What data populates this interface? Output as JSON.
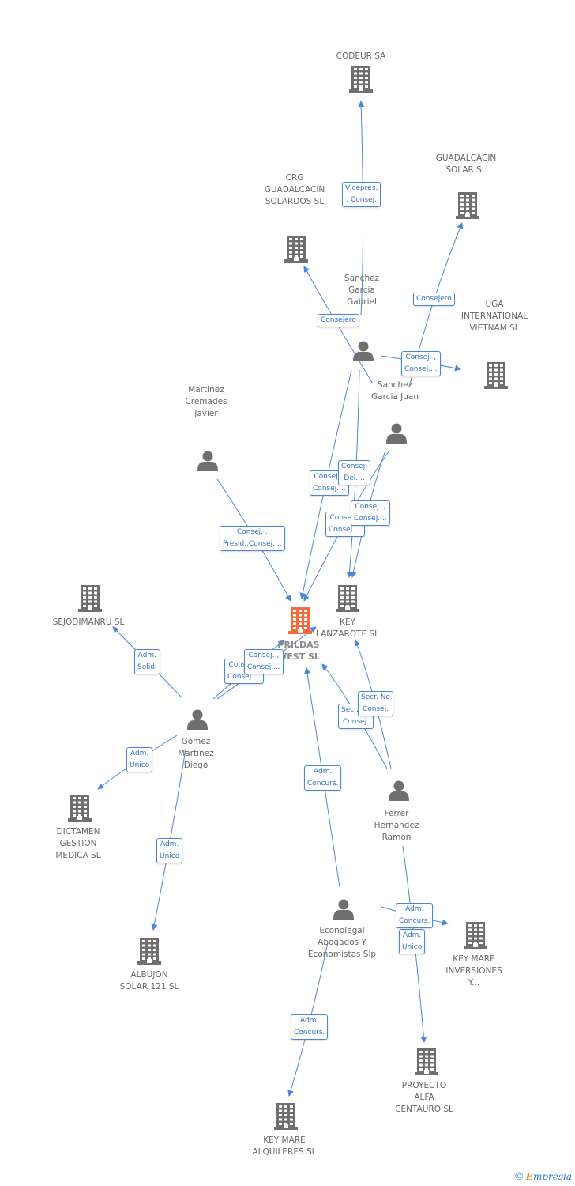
{
  "colors": {
    "edge": "#4a86d8",
    "icon": "#6f6f6f",
    "main_icon": "#f26c3c",
    "label": "#666666"
  },
  "nodes": [
    {
      "id": "codeur",
      "type": "company",
      "label": "CODEUR SA"
    },
    {
      "id": "guadalcacin",
      "type": "company",
      "label": "GUADALCACIN\nSOLAR SL"
    },
    {
      "id": "crg",
      "type": "company",
      "label": "CRG\nGUADALCACIN\nSOLARDOS SL"
    },
    {
      "id": "sanchez_gabriel",
      "type": "person",
      "label": "Sanchez\nGarcia\nGabriel"
    },
    {
      "id": "uga",
      "type": "company",
      "label": "UGA\nINTERNATIONAL\nVIETNAM SL"
    },
    {
      "id": "sanchez_juan",
      "type": "person",
      "label": "Sanchez\nGarcia Juan"
    },
    {
      "id": "martinez",
      "type": "person",
      "label": "Martinez\nCremades\nJavier"
    },
    {
      "id": "sejodimanru",
      "type": "company",
      "label": "SEJODIMANRU SL"
    },
    {
      "id": "key_lanzarote",
      "type": "company",
      "label": "KEY\nLANZAROTE SL"
    },
    {
      "id": "prildas",
      "type": "company",
      "label": "PRILDAS\nWEST SL",
      "main": true
    },
    {
      "id": "gomez",
      "type": "person",
      "label": "Gomez\nMartinez\nDiego"
    },
    {
      "id": "ferrer",
      "type": "person",
      "label": "Ferrer\nHernandez\nRamon"
    },
    {
      "id": "dictamen",
      "type": "company",
      "label": "DICTAMEN\nGESTION\nMEDICA SL"
    },
    {
      "id": "econolegal",
      "type": "person",
      "label": "Econolegal\nAbogados Y\nEconomistas Slp"
    },
    {
      "id": "key_mare_inv",
      "type": "company",
      "label": "KEY MARE\nINVERSIONES\nY..."
    },
    {
      "id": "albujon",
      "type": "company",
      "label": "ALBUJON\nSOLAR 121 SL"
    },
    {
      "id": "proyecto",
      "type": "company",
      "label": "PROYECTO\nALFA\nCENTAURO SL"
    },
    {
      "id": "key_mare_alq",
      "type": "company",
      "label": "KEY MARE\nALQUILERES SL"
    }
  ],
  "edge_labels": [
    {
      "id": "e1",
      "text": "Vicepres.\n, Consej."
    },
    {
      "id": "e2",
      "text": "Consejero"
    },
    {
      "id": "e3",
      "text": "Consejero"
    },
    {
      "id": "e4",
      "text": "Consej. ,\nConsej...."
    },
    {
      "id": "e5",
      "text": "Consej. ,\nConsej...."
    },
    {
      "id": "e6",
      "text": "Consej.\nDel...."
    },
    {
      "id": "e7",
      "text": "Consej. ,\nConsej...."
    },
    {
      "id": "e8",
      "text": "Consej. ,\nConsej...."
    },
    {
      "id": "e9",
      "text": "Consej. ,\nPresid.,Consej...."
    },
    {
      "id": "e10",
      "text": "Adm.\nSolid."
    },
    {
      "id": "e11",
      "text": "Consej. ,\nConsej...."
    },
    {
      "id": "e12",
      "text": "Consej. ,\nConsej...."
    },
    {
      "id": "e13",
      "text": "Secr.  No\nConsej."
    },
    {
      "id": "e14",
      "text": "Secr.  No\nConsej."
    },
    {
      "id": "e15",
      "text": "Adm.\nUnico"
    },
    {
      "id": "e16",
      "text": "Adm.\nConcurs."
    },
    {
      "id": "e17",
      "text": "Adm.\nUnico"
    },
    {
      "id": "e18",
      "text": "Adm.\nConcurs."
    },
    {
      "id": "e19",
      "text": "Adm.\nUnico"
    },
    {
      "id": "e20",
      "text": "Adm.\nConcurs."
    }
  ],
  "watermark": {
    "copyright": "©",
    "brand_initial": "E",
    "brand_rest": "mpresia"
  }
}
